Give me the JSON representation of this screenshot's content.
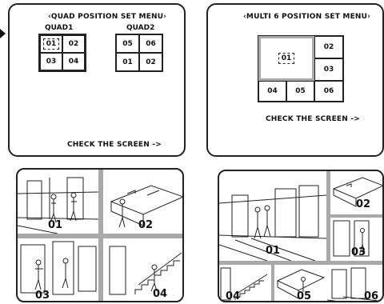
{
  "quad_menu": {
    "title": "‹QUAD POSITION SET MENU›",
    "quad1_label": "QUAD1",
    "quad2_label": "QUAD2",
    "quad1_cells": [
      "01",
      "02",
      "03",
      "04"
    ],
    "quad2_cells": [
      "05",
      "06",
      "01",
      "02"
    ],
    "footer": "CHECK THE SCREEN ->"
  },
  "multi6_menu": {
    "title": "‹MULTI 6 POSITION SET MENU›",
    "main_cell": "01",
    "right_cells": [
      "02",
      "03"
    ],
    "bottom_cells": [
      "04",
      "05",
      "06"
    ],
    "footer": "CHECK THE SCREEN ->"
  },
  "quad_preview": {
    "labels": [
      "01",
      "02",
      "03",
      "04"
    ]
  },
  "multi6_preview": {
    "labels": [
      "01",
      "02",
      "03",
      "04",
      "05",
      "06"
    ]
  },
  "colors": {
    "divider_gray": "#a9a9a9",
    "line": "#222222"
  }
}
